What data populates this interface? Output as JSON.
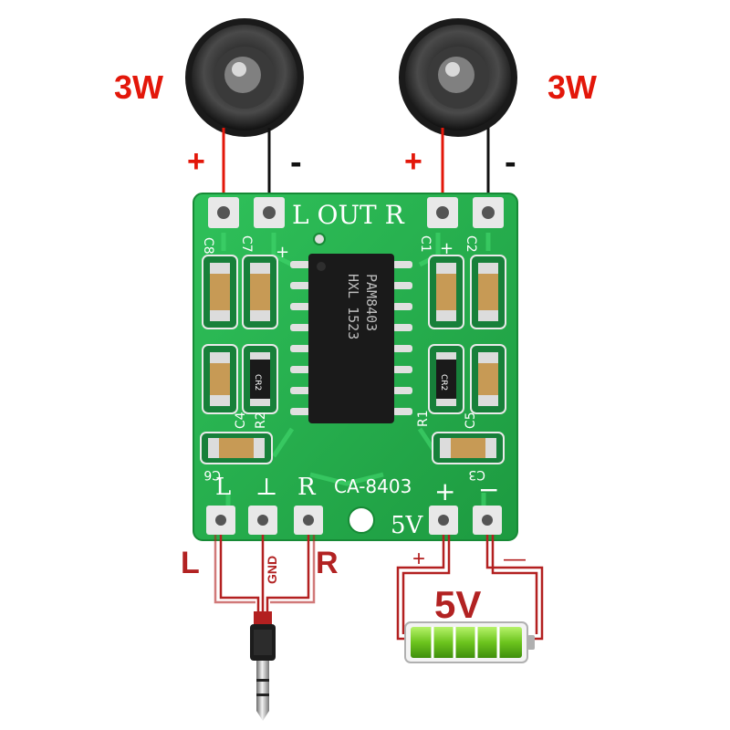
{
  "speakers": {
    "left_power": "3W",
    "right_power": "3W",
    "plus_sign": "+",
    "minus_sign": "-"
  },
  "board": {
    "out_label": "L OUT R",
    "model": "CA-8403",
    "input_L": "L",
    "input_GND": "⊥",
    "input_R": "R",
    "power_label": "5V",
    "power_plus": "+",
    "power_minus": "−",
    "chip_line1": "PAM8403",
    "chip_line2": "HXL 1523",
    "component_labels": [
      "C8",
      "C7",
      "C1",
      "C2",
      "R1",
      "R2",
      "C4",
      "C5",
      "C6",
      "C3"
    ],
    "resistor_code": "CR2"
  },
  "wiring": {
    "left_label": "L",
    "gnd_label": "GND",
    "right_label": "R",
    "battery_label": "5V",
    "battery_plus": "+",
    "battery_minus": "—"
  },
  "colors": {
    "pcb_green": "#22b04a",
    "wire_red": "#e3170a",
    "wire_dark_red": "#b32020",
    "battery_green": "#7ed321"
  }
}
